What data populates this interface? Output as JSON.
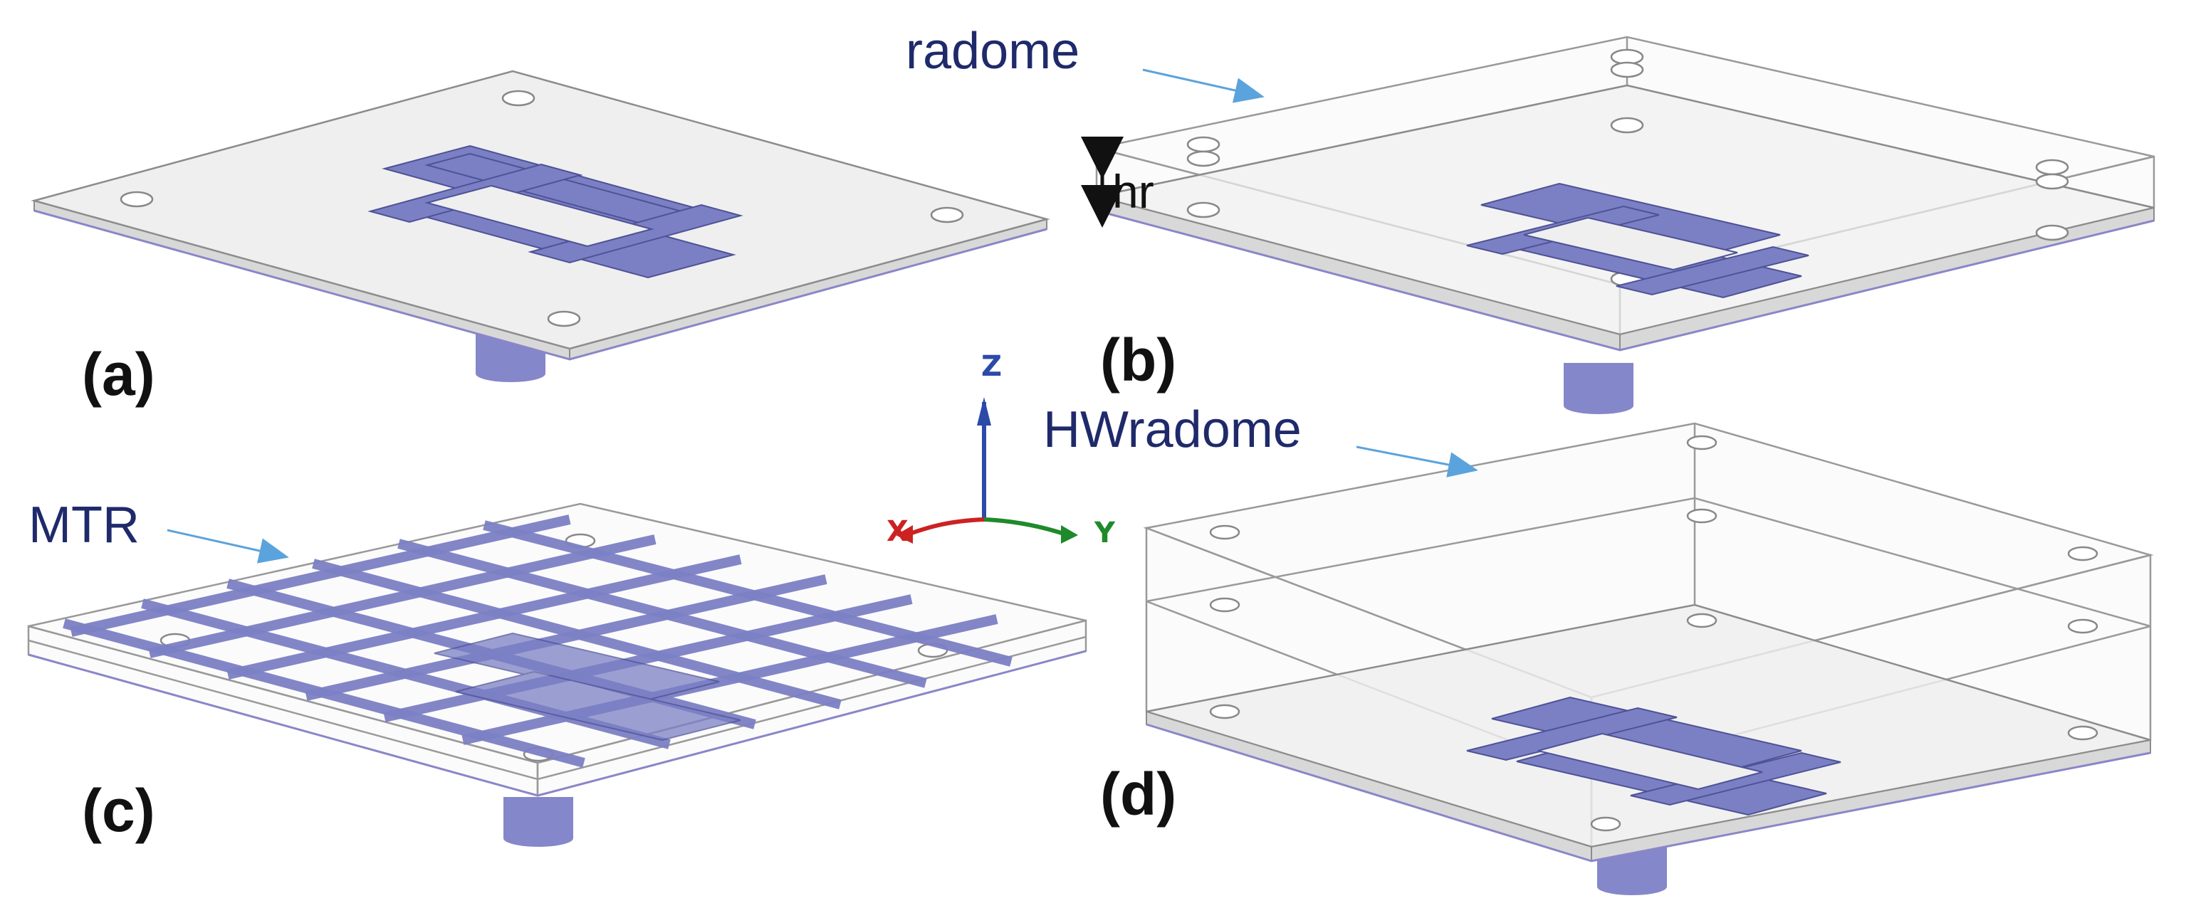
{
  "panels": {
    "a": {
      "label": "(a)"
    },
    "b": {
      "label": "(b)",
      "callout": "radome",
      "dimension": "hr"
    },
    "c": {
      "label": "(c)",
      "callout": "MTR"
    },
    "d": {
      "label": "(d)",
      "callout": "HWradome"
    }
  },
  "axes": {
    "x": "X",
    "y": "Y",
    "z": "Z"
  },
  "colors": {
    "callout_text": "#1f2a6b",
    "callout_arrow": "#5ba3dc",
    "patch": "#7b7fc4",
    "axis_x": "#cc2222",
    "axis_y": "#1f8a2a",
    "axis_z": "#2c4aa8"
  }
}
